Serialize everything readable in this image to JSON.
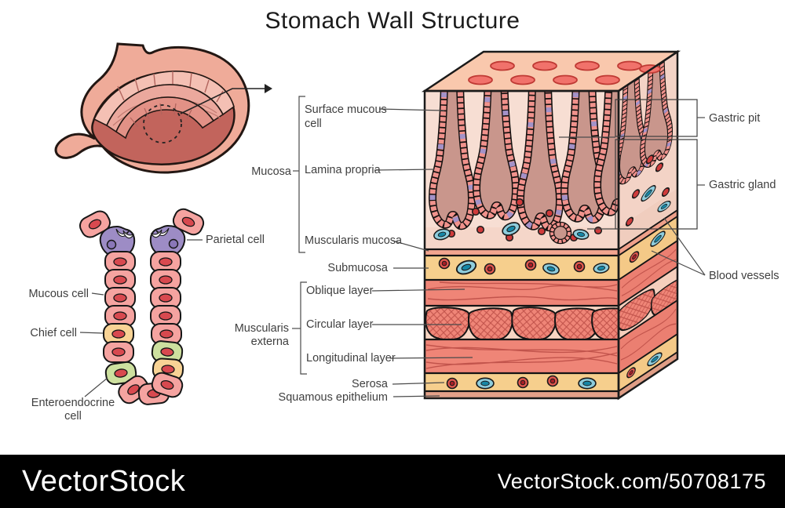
{
  "title": "Stomach Wall Structure",
  "watermark": {
    "brand": "VectorStock",
    "site_ref": "VectorStock.com/50708175"
  },
  "inset_labels": {
    "parietal": "Parietal cell",
    "mucous": "Mucous cell",
    "chief": "Chief cell",
    "enteroendocrine_l1": "Enteroendocrine",
    "enteroendocrine_l2": "cell"
  },
  "wall_labels": {
    "mucosa_group": "Mucosa",
    "surface_mucous_l1": "Surface mucous",
    "surface_mucous_l2": "cell",
    "lamina_propria": "Lamina propria",
    "muscularis_mucosa": "Muscularis mucosa",
    "submucosa": "Submucosa",
    "muscularis_externa_l1": "Muscularis",
    "muscularis_externa_l2": "externa",
    "oblique": "Oblique layer",
    "circular": "Circular layer",
    "longitudinal": "Longitudinal layer",
    "serosa": "Serosa",
    "squamous": "Squamous epithelium"
  },
  "right_labels": {
    "gastric_pit": "Gastric pit",
    "gastric_gland": "Gastric gland",
    "blood_vessels": "Blood vessels"
  },
  "colors": {
    "background": "#ffffff",
    "watermark_bar": "#000000",
    "watermark_text": "#ffffff",
    "label_text": "#3f3f3f",
    "leader_line": "#4b4b4b",
    "outline": "#1a1a1a",
    "top_face": "#f9c8ad",
    "pit_opening": "#f1726b",
    "lamina_propria_pale": "#f7ded3",
    "gland_lumen": "#c9968c",
    "epithelium_cell": "#f0928c",
    "parietal_purple": "#a392c8",
    "submucosa_serosa_yellow": "#f6cf8d",
    "muscle_salmon": "#ef8577",
    "circular_layer_bg": "#f8d5c3",
    "vessel_red": "#cf3b3b",
    "vessel_blue": "#1787a6",
    "cell_pink": "#f5a3a0",
    "chief_yellow": "#f8d395",
    "enteroendocrine_green": "#cde09f",
    "stomach_skin": "#efab99",
    "stomach_inner": "#c2645c"
  }
}
